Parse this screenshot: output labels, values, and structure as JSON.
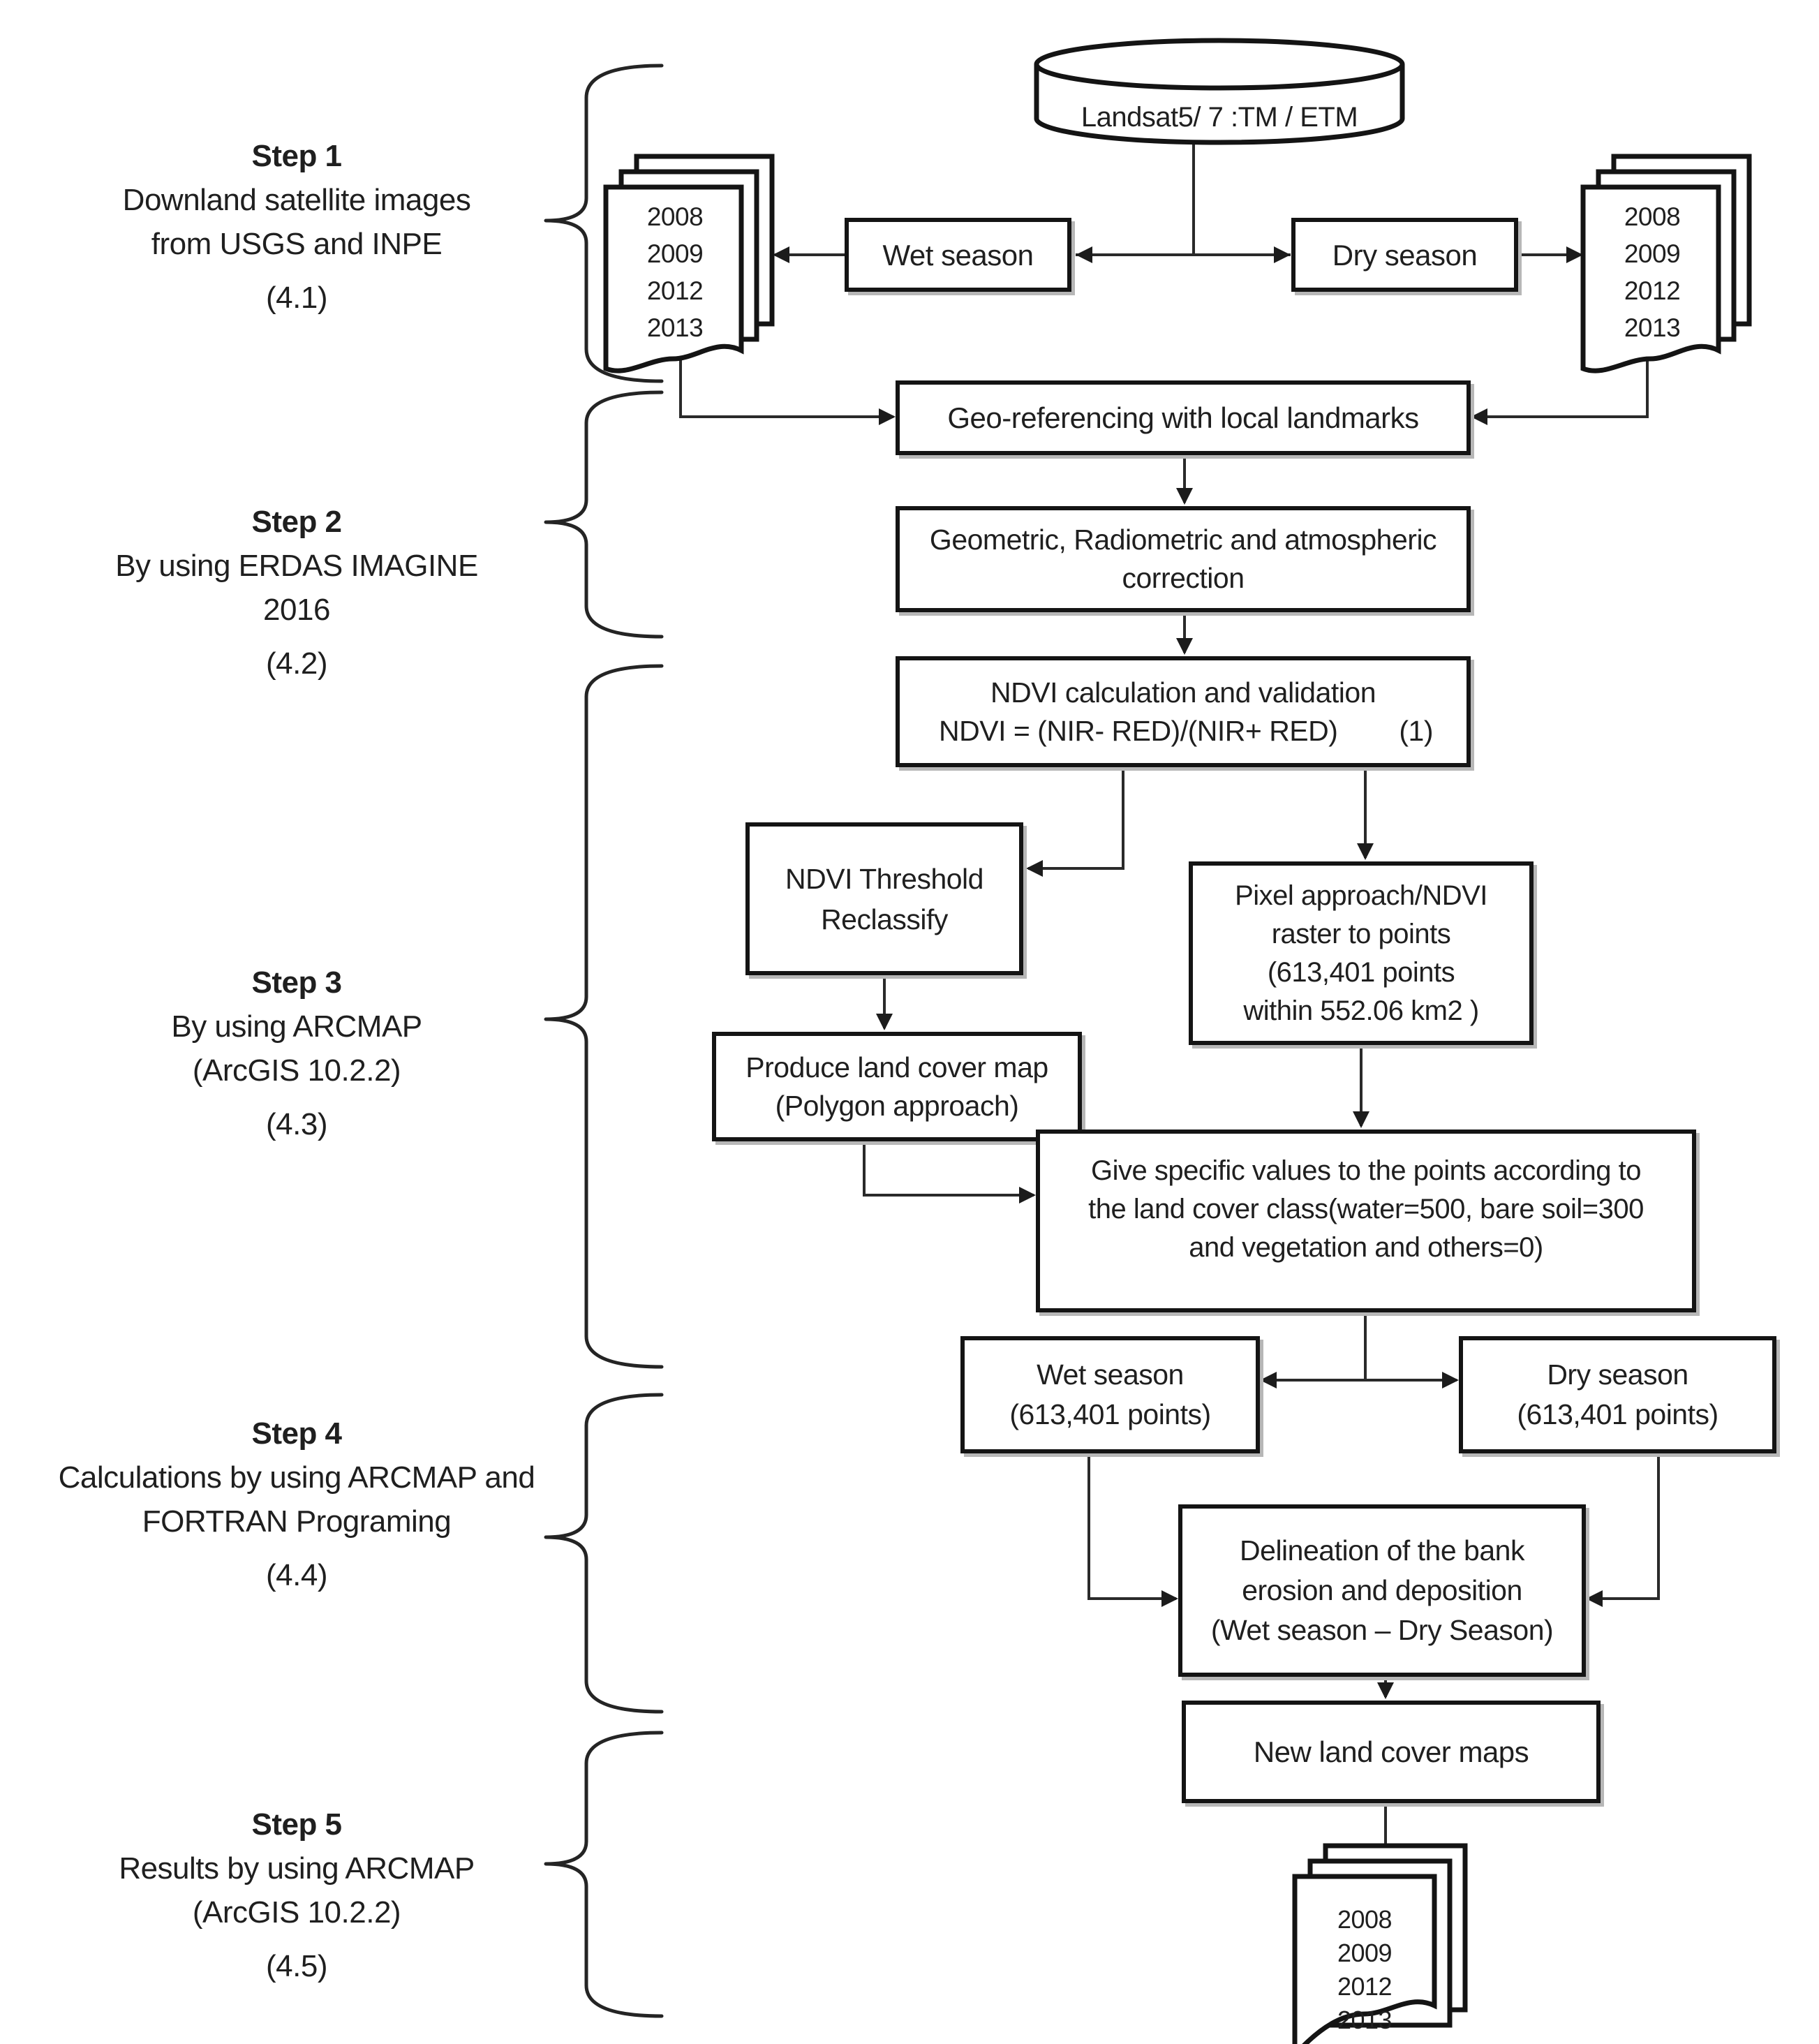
{
  "diagram": {
    "source": {
      "label": "Landsat5/ 7 :TM / ETM"
    },
    "season_boxes": {
      "wet": "Wet season",
      "dry": "Dry season"
    },
    "years": [
      "2008",
      "2009",
      "2012",
      "2013"
    ],
    "steps": [
      {
        "name": "Step 1",
        "lines": [
          "Downland satellite images",
          "from USGS and INPE"
        ],
        "ref": "(4.1)"
      },
      {
        "name": "Step 2",
        "lines": [
          "By using ERDAS IMAGINE",
          "2016"
        ],
        "ref": "(4.2)"
      },
      {
        "name": "Step 3",
        "lines": [
          "By using ARCMAP",
          "(ArcGIS 10.2.2)"
        ],
        "ref": "(4.3)"
      },
      {
        "name": "Step 4",
        "lines": [
          "Calculations by using ARCMAP and",
          "FORTRAN Programing"
        ],
        "ref": "(4.4)"
      },
      {
        "name": "Step 5",
        "lines": [
          "Results by using ARCMAP",
          "(ArcGIS 10.2.2)"
        ],
        "ref": "(4.5)"
      }
    ],
    "process": {
      "geo_referencing": "Geo-referencing with local landmarks",
      "correction": [
        "Geometric, Radiometric and atmospheric",
        "correction"
      ],
      "ndvi": {
        "line1": "NDVI calculation and validation",
        "formula": "NDVI = (NIR- RED)/(NIR+ RED)",
        "eq_number": "(1)"
      },
      "threshold": [
        "NDVI Threshold",
        "Reclassify"
      ],
      "pixel": [
        "Pixel approach/NDVI",
        "raster to points",
        "(613,401 points",
        "within 552.06 km2 )"
      ],
      "produce": [
        "Produce land cover map",
        "(Polygon approach)"
      ],
      "give_values": [
        "Give specific values to the points according to",
        "the land cover class(water=500, bare soil=300",
        "and vegetation and others=0)"
      ],
      "wet_points": [
        "Wet season",
        "(613,401 points)"
      ],
      "dry_points": [
        "Dry season",
        "(613,401 points)"
      ],
      "delineation": [
        "Delineation of the bank",
        "erosion and deposition",
        "(Wet season – Dry Season)"
      ],
      "new_maps": "New land cover maps"
    },
    "colors": {
      "line": "#1f1f1f",
      "border": "#141414",
      "shadow": "#b7b7b7",
      "text": "#1f1f1f",
      "background": "#ffffff"
    }
  }
}
